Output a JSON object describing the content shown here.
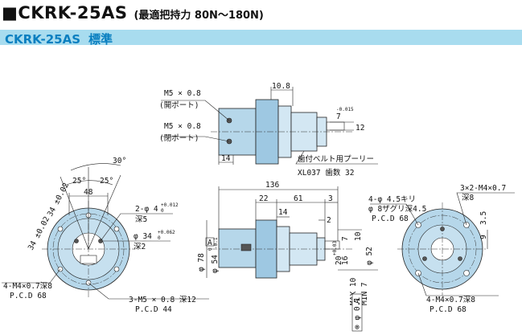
{
  "header": {
    "title": "■CKRK-25AS",
    "subtitle": "(最適把持力 80N～180N)"
  },
  "band": {
    "model": "CKRK-25AS",
    "label": "標準"
  },
  "top_view": {
    "callout_1a": "M5 × 0.8",
    "callout_1b": "(開ポート)",
    "callout_2a": "M5 × 0.8",
    "callout_2b": "(閉ポート)",
    "dim_14": "14",
    "dim_10_8": "10.8",
    "dim_7": "7",
    "dim_7_tol": "-0.015",
    "dim_12": "12",
    "pulley_1": "歯付ベルト用プーリー",
    "pulley_2": "XL037 歯数 32"
  },
  "left_view": {
    "ang_30": "30°",
    "ang_25a": "25°",
    "ang_25b": "25°",
    "dim_48": "48",
    "dim_34a": "34 ±0.02",
    "dim_34b": "34 ±0.02",
    "hole_2phi4": "2-φ 4",
    "hole_2phi4_tol": "+0.012",
    "hole_2phi4_tol0": "0",
    "hole_depth5": "深5",
    "phi34": "φ 34",
    "phi34_tol": "+0.062",
    "phi34_tol0": "0",
    "depth2": "深2",
    "m4_1": "4-M4×0.7深8",
    "pcd68": "P.C.D 68",
    "m5_1": "3-M5 × 0.8 深12",
    "pcd44": "P.C.D 44"
  },
  "side_view": {
    "dim_136": "136",
    "dim_22": "22",
    "dim_61": "61",
    "dim_3": "3",
    "dim_14": "14",
    "dim_2": "2",
    "datum_a": "A",
    "phi78": "φ 78",
    "phi54": "φ 54",
    "phi54_tol": "-0.1",
    "phi54_tol0": "0",
    "dim_7": "7",
    "dim_20": "20",
    "dim_20_tol": "+0.03",
    "dim_16": "16",
    "dim_10": "10",
    "phi52": "φ 52",
    "max10": "MAX 10",
    "min7": "MIN 7",
    "runout": "⊚ φ 0.1",
    "runout_datum": "A"
  },
  "right_view": {
    "hole_a": "4-φ 4.5キリ",
    "hole_b": "φ 8ザグリ深4.5",
    "pcd68": "P.C.D 68",
    "m4_a": "3×2-M4×0.7",
    "m4_depth": "深8",
    "dim_9": "9",
    "dim_35": "3.5",
    "m4_b": "4-M4×0.7深8",
    "pcd68b": "P.C.D 68"
  },
  "colors": {
    "band_bg": "#a8dcef",
    "band_text": "#0a7fc0",
    "part_fill": "#b6d7ea"
  }
}
